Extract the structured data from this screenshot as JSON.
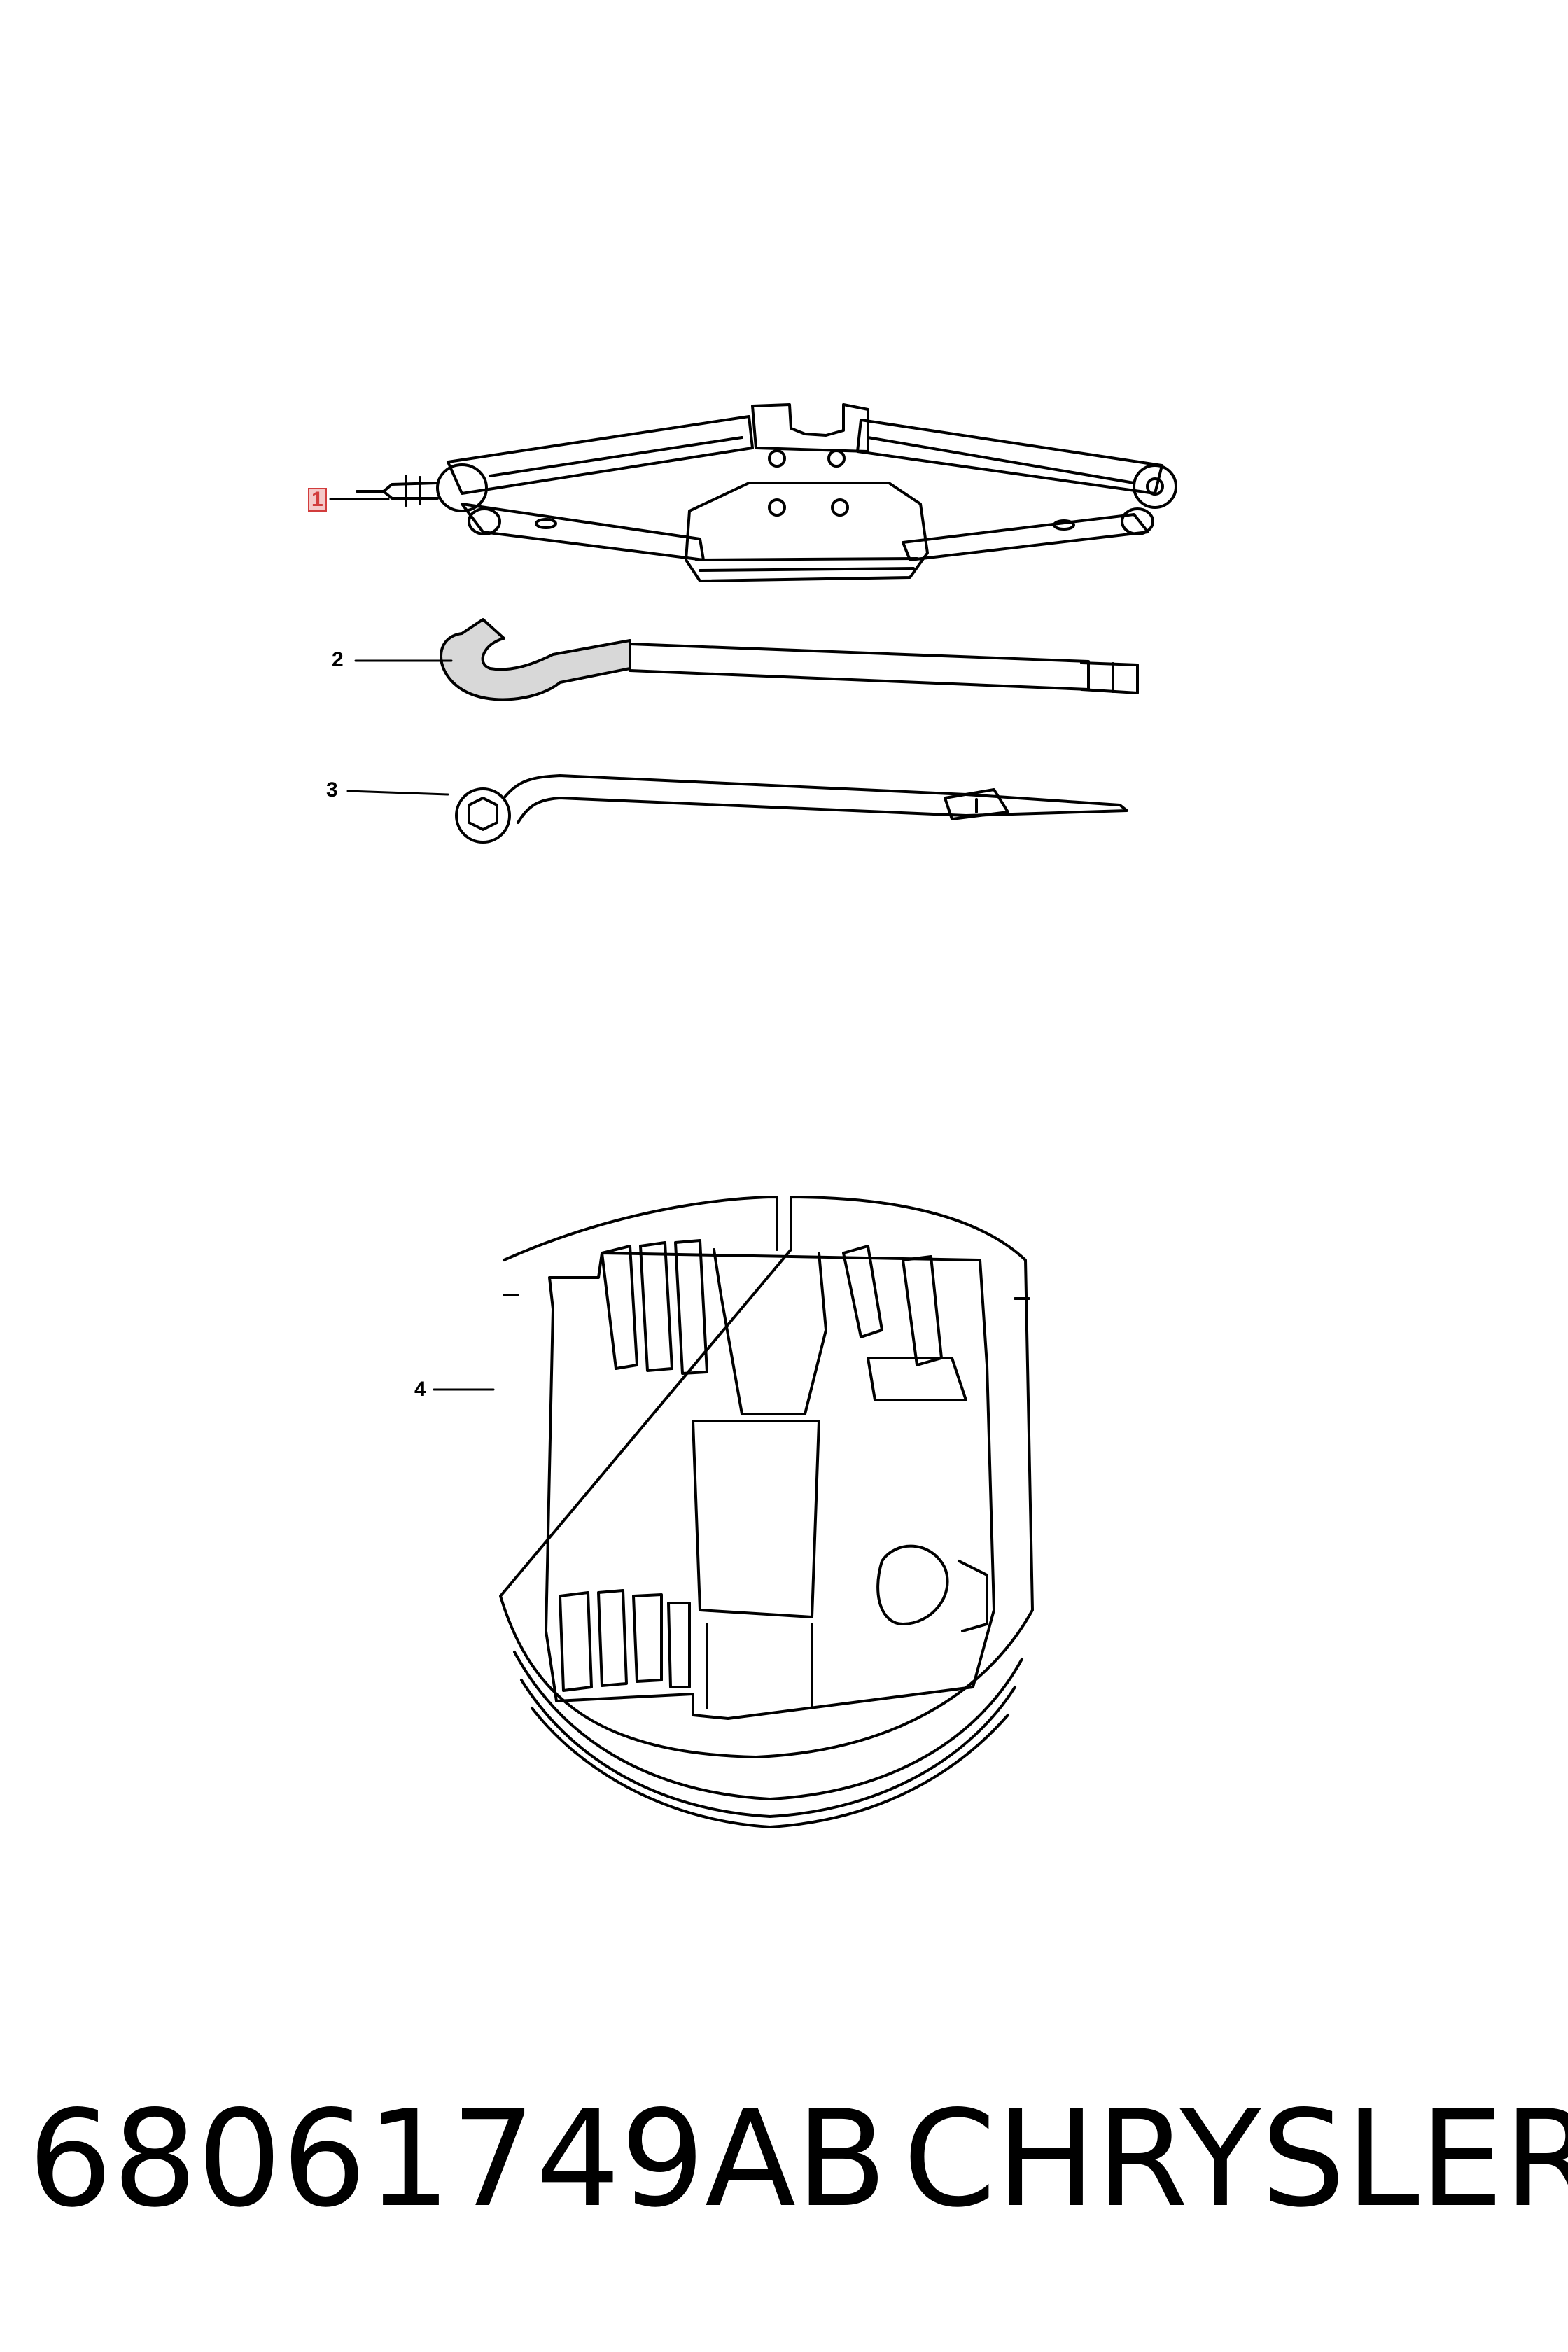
{
  "callouts": [
    {
      "id": "1",
      "label": "1",
      "part": "jack",
      "highlighted": true
    },
    {
      "id": "2",
      "label": "2",
      "part": "jack-handle"
    },
    {
      "id": "3",
      "label": "3",
      "part": "lug-wrench"
    },
    {
      "id": "4",
      "label": "4",
      "part": "foam-storage-tray"
    }
  ],
  "footer": {
    "part_number": "68061749AB",
    "brand": "CHRYSLER"
  },
  "colors": {
    "line": "#000000",
    "highlight": "#d23c3c"
  }
}
